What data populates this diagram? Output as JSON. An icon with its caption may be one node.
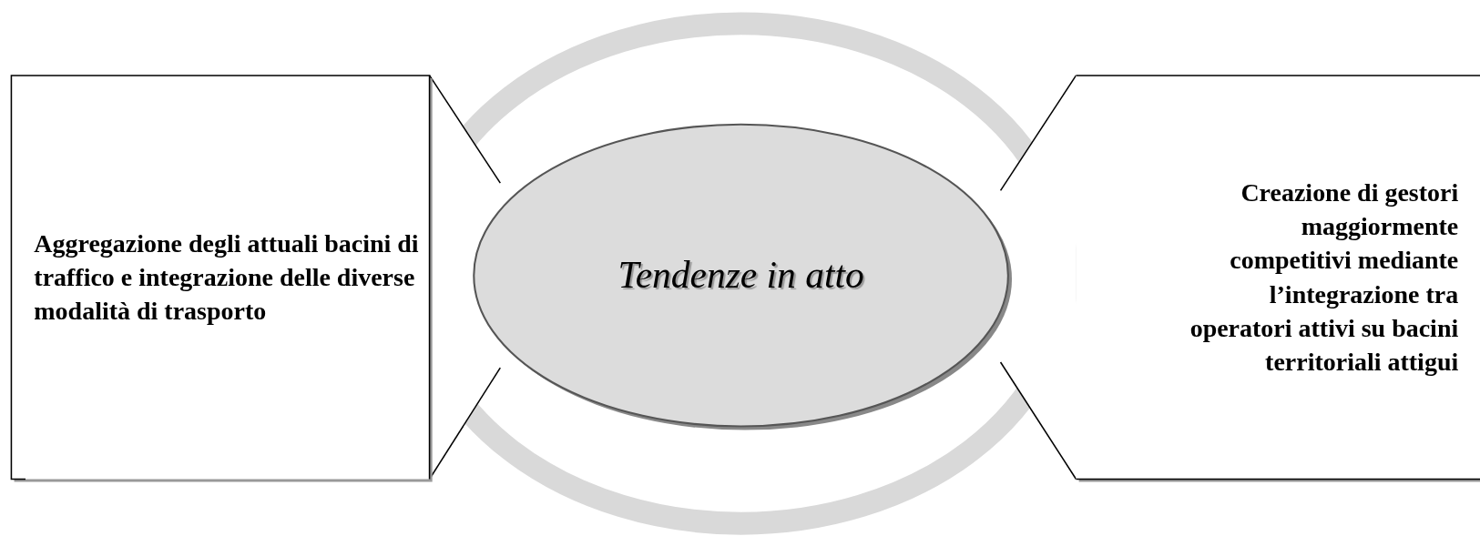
{
  "diagram": {
    "nodes": [
      {
        "text": [
          "Aggregazione degli attuali bacini di traffico e integrazione delle diverse modalità di trasporto"
        ]
      },
      {
        "text": [
          "Tendenze in atto"
        ]
      },
      {
        "text": [
          "Creazione di gestori maggiormente competitivi mediante l’integrazione tra operatori attivi su bacini territoriali attigui"
        ]
      }
    ]
  }
}
